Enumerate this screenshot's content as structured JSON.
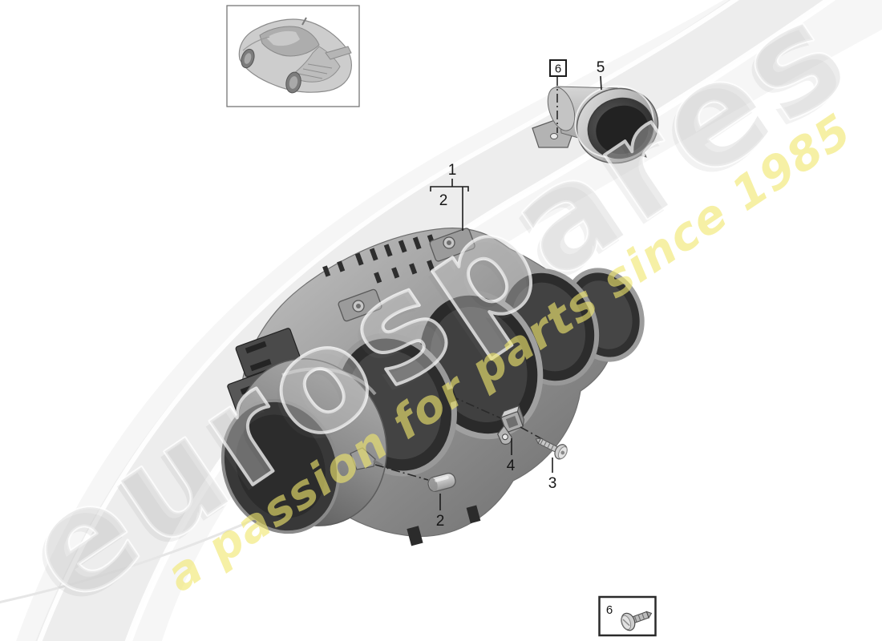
{
  "page": {
    "type": "parts-diagram",
    "background": "#ffffff",
    "description": "exploded parts diagram of an instrument cluster with gauge, bulb, clip and screws"
  },
  "watermark": {
    "brand": "eurospares",
    "tagline": "a passion for parts since 1985",
    "brand_tint": "#ededed",
    "tagline_tint": "#efe98d"
  },
  "thumbnail": {
    "name": "vehicle-thumbnail",
    "description": "sports car rear three-quarter top view in framed box"
  },
  "callouts": {
    "assembly": {
      "label": "1"
    },
    "assembly_sub": {
      "label": "2"
    },
    "bulb": {
      "label": "2"
    },
    "screw": {
      "label": "3"
    },
    "clip": {
      "label": "4"
    },
    "gauge": {
      "label": "5"
    },
    "gauge_fastener": {
      "label": "6"
    },
    "boxed_fastener": {
      "label": "6"
    }
  },
  "palette": {
    "line": "#1c1c1c",
    "metal_light": "#d9d9d9",
    "metal_mid": "#9a9a9a",
    "metal_dark": "#2f2f2f",
    "swoosh": "#ececec"
  }
}
